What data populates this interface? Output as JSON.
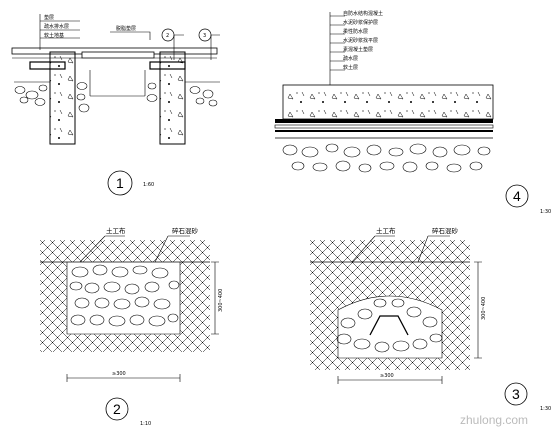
{
  "detail1": {
    "layers": [
      "垫层",
      "疏水排水层",
      "软土地基"
    ],
    "top_label": "脱脂垫层",
    "callouts": [
      "2",
      "3"
    ],
    "number": "1",
    "scale": "1:60"
  },
  "detail4": {
    "layers": [
      "自防水结构混凝土",
      "水泥砂浆保护层",
      "柔性防水层",
      "水泥砂浆找平层",
      "素混凝土垫层",
      "疏水层",
      "软土层"
    ],
    "number": "4",
    "scale": "1:30"
  },
  "detail2": {
    "label_fabric": "土工布",
    "label_gravel": "碎石混砂",
    "dim_v": "300~400",
    "dim_h": "≥300",
    "number": "2",
    "scale": "1:10"
  },
  "detail3": {
    "label_fabric": "土工布",
    "label_gravel": "碎石混砂",
    "dim_v": "300~400",
    "dim_h": "≥300",
    "number": "3",
    "scale": "1:30"
  },
  "watermark": "zhulong.com"
}
